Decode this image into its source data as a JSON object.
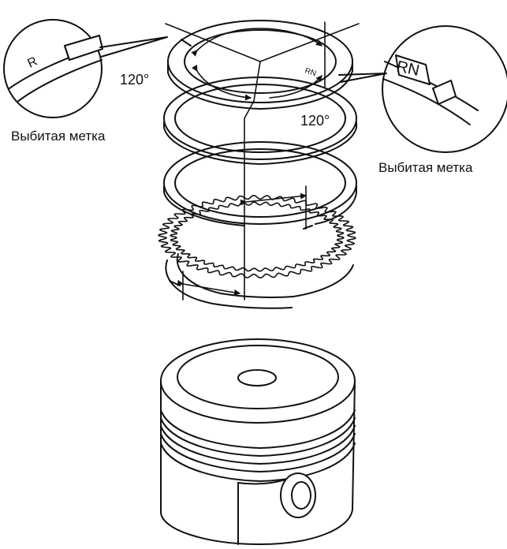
{
  "labels": {
    "left_mark": "Выбитая метка",
    "right_mark": "Выбитая метка",
    "angle_left": "120°",
    "angle_right": "120°"
  },
  "marks": {
    "left_code": "R",
    "right_code": "RN",
    "ring_code": "RN"
  },
  "colors": {
    "line": "#111111",
    "background": "#ffffff"
  }
}
